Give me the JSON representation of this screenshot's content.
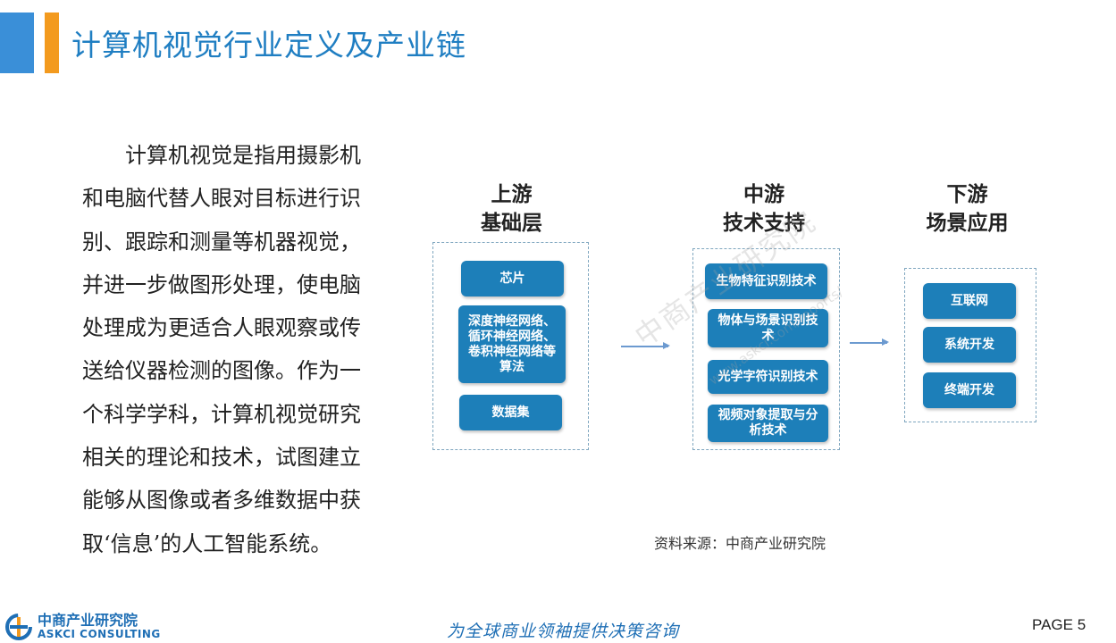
{
  "header": {
    "title": "计算机视觉行业定义及产业链"
  },
  "intro": {
    "text": "计算机视觉是指用摄影机和电脑代替人眼对目标进行识别、跟踪和测量等机器视觉，并进一步做图形处理，使电脑处理成为更适合人眼观察或传送给仪器检测的图像。作为一个科学学科，计算机视觉研究相关的理论和技术，试图建立能够从图像或者多维数据中获取‘信息’的人工智能系统。",
    "lines": [
      "　　计算机视觉是指用摄影机",
      "和电脑代替人眼对目标进行识",
      "别、跟踪和测量等机器视觉，",
      "并进一步做图形处理，使电脑",
      "处理成为更适合人眼观察或传",
      "送给仪器检测的图像。作为一",
      "个科学学科，计算机视觉研究",
      "相关的理论和技术，试图建立",
      "能够从图像或者多维数据中获",
      "取‘信息’的人工智能系统。"
    ]
  },
  "diagram": {
    "upstream": {
      "title_line1": "上游",
      "title_line2": "基础层",
      "items": [
        "芯片",
        "深度神经网络、循环神经网络、卷积神经网络等算法",
        "数据集"
      ]
    },
    "midstream": {
      "title_line1": "中游",
      "title_line2": "技术支持",
      "items": [
        "生物特征识别技术",
        "物体与场景识别技术",
        "光学字符识别技术",
        "视频对象提取与分析技术"
      ]
    },
    "downstream": {
      "title_line1": "下游",
      "title_line2": "场景应用",
      "items": [
        "互联网",
        "系统开发",
        "终端开发"
      ]
    }
  },
  "source_note": "资料来源：中商产业研究院",
  "watermark": {
    "text": "中商产业研究院",
    "url": "www.askci.com/reports/"
  },
  "footer": {
    "logo_cn": "中商产业研究院",
    "logo_en": "ASKCI CONSULTING",
    "slogan": "为全球商业领袖提供决策咨询",
    "page_label": "PAGE  5"
  },
  "colors": {
    "accent_blue": "#3a8fd8",
    "accent_orange": "#f39a1e",
    "title_blue": "#1f7ec2",
    "node_blue": "#1d7fb9",
    "dashed_border": "#7fa6bf"
  }
}
